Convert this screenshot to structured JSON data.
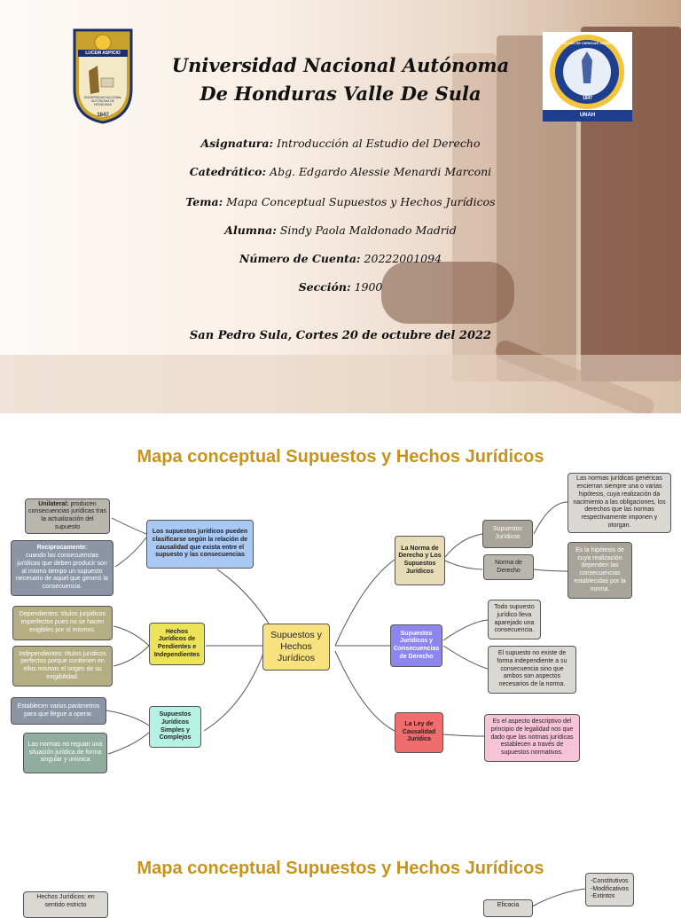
{
  "cover": {
    "university_line1": "Universidad Nacional Autónoma",
    "university_line2": "De Honduras Valle De Sula",
    "asignatura_label": "Asignatura:",
    "asignatura": "Introducción al Estudio del Derecho",
    "catedratico_label": "Catedrático:",
    "catedratico": "Abg. Edgardo Alessie Menardi Marconi",
    "tema_label": "Tema:",
    "tema": "Mapa Conceptual Supuestos y Hechos Jurídicos",
    "alumna_label": "Alumna:",
    "alumna": "Sindy Paola Maldonado Madrid",
    "cuenta_label": "Número de Cuenta:",
    "cuenta": "20222001094",
    "seccion_label": "Sección:",
    "seccion": "1900",
    "place_date": "San Pedro Sula, Cortes 20 de octubre del 2022",
    "left_seal": {
      "motto": "LUCEM ASPICIO",
      "text": "UNIVERSIDAD NACIONAL AUTÓNOMA DE HONDURAS",
      "year": "1847"
    },
    "right_seal": {
      "ring_text": "FACULTAD DE CIENCIAS JURÍDICAS",
      "year": "1847",
      "footer": "UNAH"
    }
  },
  "map1": {
    "title": "Mapa conceptual Supuestos y Hechos Jurídicos",
    "center": "Supuestos y Hechos Jurídicos",
    "clasificar": "Los supuestos jurídicos pueden clasificarse según la relación de causalidad que exista entre el supuesto y las consecuencias",
    "unilateral_label": "Unilateral:",
    "unilateral": "producen consecuencias jurídicas tras la actualización del supuesto",
    "reciproco_label": "Reciprocamente:",
    "reciproco": "cuando las consecuencias jurídicas que deben producir son al mismo tiempo un supuesto necesario de aquel que generó la consecuencia.",
    "pendientes": "Hechos Jurídicos de Pendientes e Independientes",
    "dependientes": "Dependientes: títulos jurpidicos imperfectos pues no se hacen exigibles por sí mismos.",
    "independientes": "Independientes: títulos jurídicos perfectos porque contienen en ellos mismos el origen de su exigibilidad.",
    "simples": "Supuestos Jurídicos Simples y Complejos",
    "establecen": "Establecen varios parámetros para que llegue a operar.",
    "normas_no": "Las normas no reguan una situación jurídica de forma singular y univoca",
    "norma_derecho": "La Norma de Derecho y Los Supuestos Jurídicos",
    "supuestos_juridicos": "Supuestos Jurídicos",
    "norma_de_derecho": "Norma de Derecho",
    "normas_genericas": "Las normas jurídicas genéricas encierran siempre una o varias hipótesis, cuya realización da nacimiento a las obligaciones, los derechos que las normas respectivamente imponen y otorgan.",
    "hipotesis": "Es la hipótesis de cuya realización dependen las consecuencias establecidas por la norma.",
    "consecuencias": "Supuestos Jurídicos y Consecuencias de Derecho",
    "todo_supuesto": "Todo supuesto jurídico lleva aparejado una consecuencia.",
    "no_existe": "El supuesto no existe de forma independiente a su consecuencia sino que ambos son aspectos necesarios de la norma.",
    "ley_causalidad": "La Ley de Causalidad Jurídica",
    "descriptivo": "Es el aspecto descriptivo del principio de legalidad nos que dado que las notmas jurídicas establecen a través de supuestos normativos."
  },
  "map2": {
    "title": "Mapa conceptual Supuestos y Hechos Jurídicos",
    "hechos": "Hechos Jurídicos: en sentido estricto",
    "eficacia": "Eficacia",
    "tipos": "-Constitutivos\n-Modificativos\n-Extintos"
  },
  "colors": {
    "title_gold": "#c8931a",
    "center_yellow": "#f7e27f",
    "blue": "#a9c8f3",
    "yellow": "#ece358",
    "cyan": "#b6f2e4",
    "tan": "#e6dcb7",
    "purple": "#8d86f0",
    "red": "#f06d6d",
    "pink": "#f7c4d7"
  }
}
